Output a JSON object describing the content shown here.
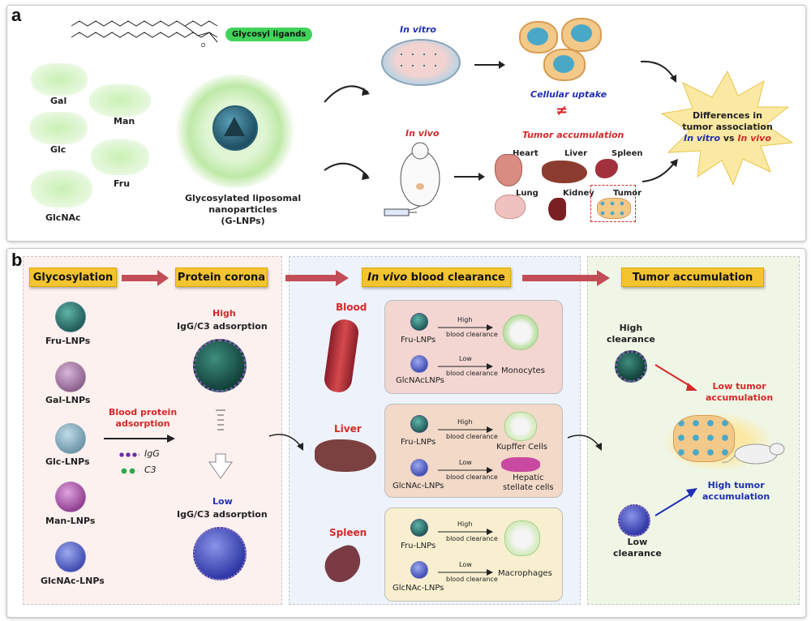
{
  "panel_a": {
    "letter": "a",
    "glycosyl_ligands": "Glycosyl ligands",
    "sugars": {
      "gal": "Gal",
      "man": "Man",
      "glc": "Glc",
      "fru": "Fru",
      "glcnac": "GlcNAc"
    },
    "lnp_title": [
      "Glycosylated liposomal",
      "nanoparticles",
      "(G-LNPs)"
    ],
    "in_vitro": "In vitro",
    "in_vivo": "In vivo",
    "cellular_uptake": "Cellular uptake",
    "tumor_accumulation": "Tumor accumulation",
    "organs": {
      "heart": "Heart",
      "liver": "Liver",
      "spleen": "Spleen",
      "lung": "Lung",
      "kidney": "Kidney",
      "tumor": "Tumor"
    },
    "differences": {
      "line1": "Differences in",
      "line2": "tumor association",
      "in_vitro": "In vitro",
      "vs": "vs",
      "in_vivo": "In vivo"
    }
  },
  "panel_b": {
    "letter": "b",
    "headers": {
      "glycosylation": "Glycosylation",
      "protein_corona": "Protein corona",
      "in_vivo": "In vivo",
      "blood_clearance": "blood clearance",
      "tumor_accumulation": "Tumor accumulation"
    },
    "lnps": [
      "Fru-LNPs",
      "Gal-LNPs",
      "Glc-LNPs",
      "Man-LNPs",
      "GlcNAc-LNPs"
    ],
    "blood_protein": [
      "Blood protein",
      "adsorption"
    ],
    "legend": {
      "igg": "IgG",
      "c3": "C3"
    },
    "corona_high": {
      "level": "High",
      "label": "IgG/C3 adsorption"
    },
    "corona_low": {
      "level": "Low",
      "label": "IgG/C3 adsorption"
    },
    "organs": {
      "blood": "Blood",
      "liver": "Liver",
      "spleen": "Spleen"
    },
    "blood_box": {
      "top_lnp": "Fru-LNPs",
      "bottom_lnp": "GlcNAcLNPs",
      "top_level": "High",
      "bottom_level": "Low",
      "clearance": "blood clearance",
      "cell": "Monocytes"
    },
    "liver_box": {
      "top_lnp": "Fru-LNPs",
      "bottom_lnp": "GlcNAc-LNPs",
      "top_level": "High",
      "bottom_level": "Low",
      "clearance": "blood clearance",
      "cell_top": "Kupffer Cells",
      "cell_bottom": [
        "Hepatic",
        "stellate cells"
      ]
    },
    "spleen_box": {
      "top_lnp": "Fru-LNPs",
      "bottom_lnp": "GlcNAc-LNPs",
      "top_level": "High",
      "bottom_level": "Low",
      "clearance": "blood clearance",
      "cell": "Macrophages"
    },
    "tumor": {
      "high_clearance": [
        "High",
        "clearance"
      ],
      "low_clearance": [
        "Low",
        "clearance"
      ],
      "low_tumor": [
        "Low tumor",
        "accumulation"
      ],
      "high_tumor": [
        "High tumor",
        "accumulation"
      ]
    }
  },
  "colors": {
    "yellow": "#f4c430",
    "red": "#d62828",
    "blue": "#1f2fb4",
    "green_glow": "#9be07a",
    "pink_zone": "#fdf1ef",
    "blue_zone": "#eef3fb",
    "green_zone": "#f0f6e6"
  }
}
